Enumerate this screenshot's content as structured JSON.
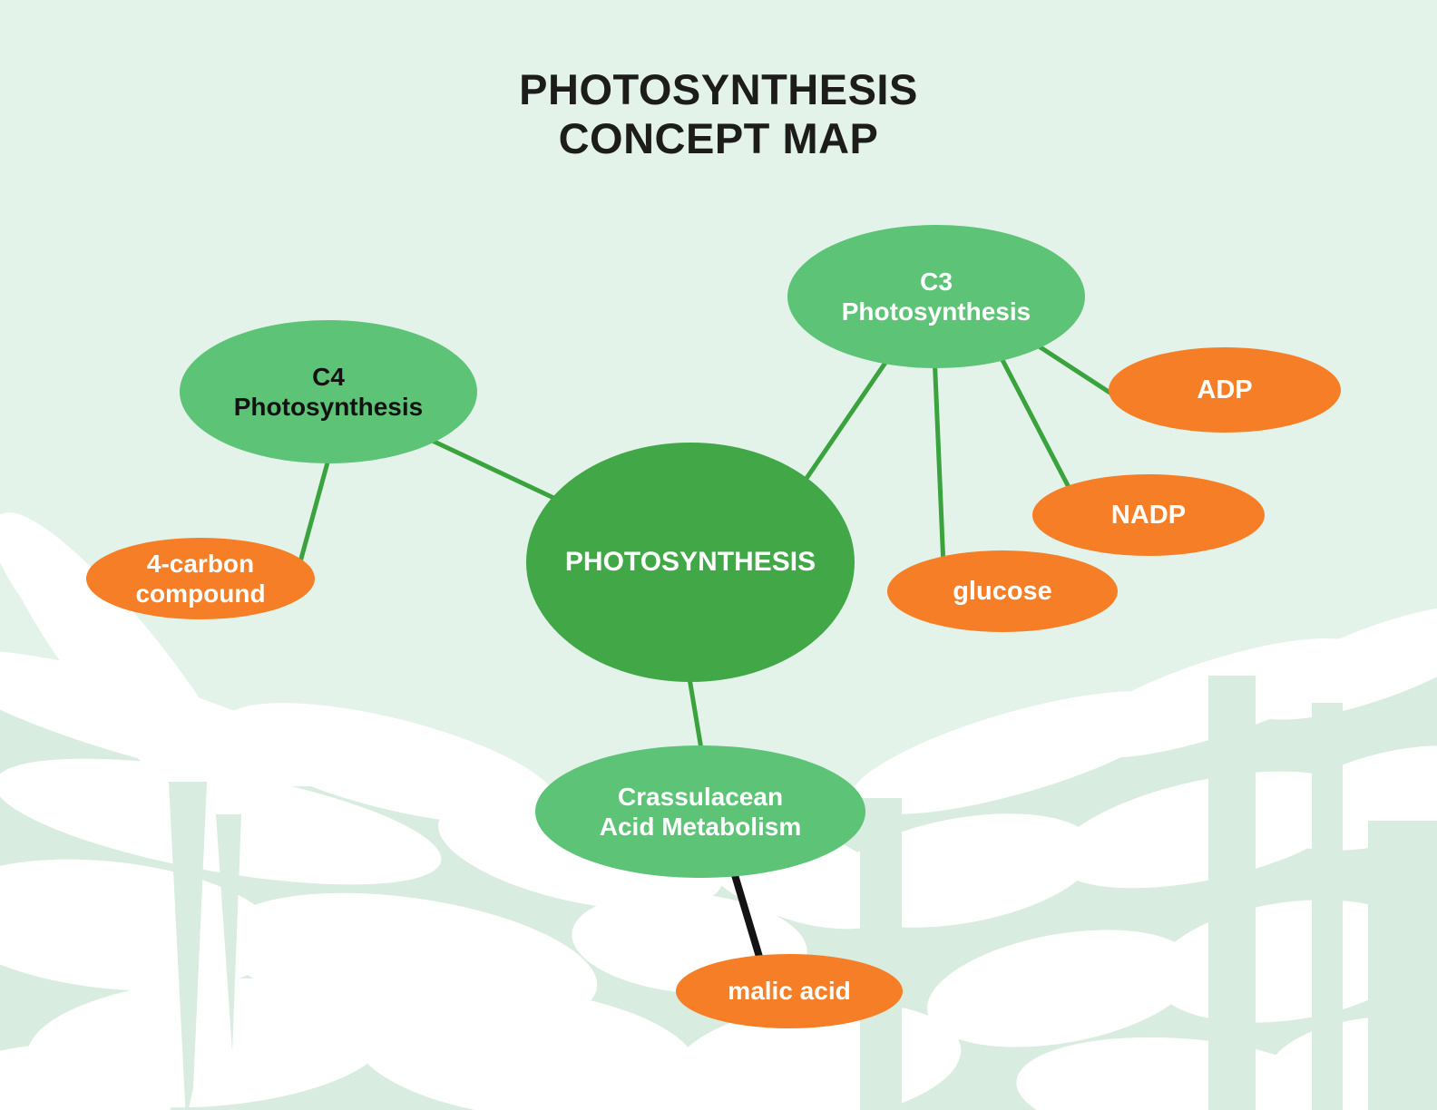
{
  "title": {
    "line1": "PHOTOSYNTHESIS",
    "line2": "CONCEPT MAP"
  },
  "nodes": {
    "photosynthesis": {
      "label": "PHOTOSYNTHESIS"
    },
    "c4": {
      "line1": "C4",
      "line2": "Photosynthesis"
    },
    "c3": {
      "line1": "C3",
      "line2": "Photosynthesis"
    },
    "cam": {
      "line1": "Crassulacean",
      "line2": "Acid Metabolism"
    },
    "four_carbon": {
      "line1": "4-carbon",
      "line2": "compound"
    },
    "adp": {
      "label": "ADP"
    },
    "nadp": {
      "label": "NADP"
    },
    "glucose": {
      "label": "glucose"
    },
    "malic_acid": {
      "label": "malic acid"
    }
  },
  "edges": [
    {
      "from": "c4",
      "to": "photosynthesis",
      "color": "green"
    },
    {
      "from": "c4",
      "to": "four_carbon",
      "color": "green"
    },
    {
      "from": "c3",
      "to": "photosynthesis",
      "color": "green"
    },
    {
      "from": "c3",
      "to": "adp",
      "color": "green"
    },
    {
      "from": "c3",
      "to": "nadp",
      "color": "green"
    },
    {
      "from": "c3",
      "to": "glucose",
      "color": "green"
    },
    {
      "from": "photosynthesis",
      "to": "cam",
      "color": "green"
    },
    {
      "from": "cam",
      "to": "malic_acid",
      "color": "black"
    }
  ],
  "colors": {
    "node-primary": "#41a747",
    "node-secondary": "#5cc377",
    "node-accent": "#f57e26",
    "connector-green": "#3aa33e",
    "connector-black": "#131313",
    "background": "#e3f3e9",
    "cell-gap": "#d8ecdf",
    "cell-fill": "#ffffff",
    "title-text": "#1c1c1a"
  }
}
